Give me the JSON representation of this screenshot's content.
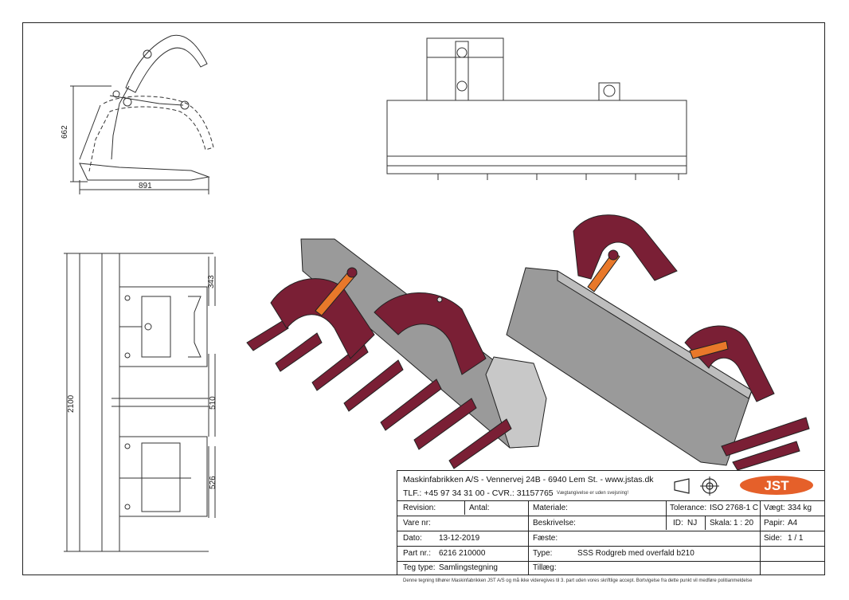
{
  "dimensions": {
    "height_side": "662",
    "width_side": "891",
    "total_width": "2100",
    "seg_top": "343",
    "seg_mid": "510",
    "seg_bot": "526"
  },
  "title_block": {
    "company_line": "Maskinfabrikken A/S - Vennervej 24B - 6940 Lem St. - www.jstas.dk",
    "phone_line": "TLF.: +45 97 34 31 00 - CVR.: 31157765",
    "disclaimer": "Vægtangivelse er uden svejsning!",
    "logo": "JST",
    "logo_color": "#e5602a",
    "revision_label": "Revision:",
    "antal_label": "Antal:",
    "materiale_label": "Materiale:",
    "tolerance_label": "Tolerance:",
    "tolerance_value": "ISO 2768-1 C",
    "vaegt_label": "Vægt:",
    "vaegt_value": "334 kg",
    "vare_label": "Vare nr:",
    "beskrivelse_label": "Beskrivelse:",
    "id_label": "ID:",
    "id_value": "NJ",
    "skala_label": "Skala:",
    "skala_value": "1 : 20",
    "papir_label": "Papir:",
    "papir_value": "A4",
    "dato_label": "Dato:",
    "dato_value": "13-12-2019",
    "faeste_label": "Fæste:",
    "side_label": "Side:",
    "side_value": "1 / 1",
    "part_label": "Part nr.:",
    "part_value": "6216 210000",
    "type_label": "Type:",
    "type_value": "SSS Rodgreb med overfald b210",
    "teg_label": "Teg type:",
    "teg_value": "Samlingstegning",
    "tillaeg_label": "Tillæg:"
  },
  "footer_note": "Denne tegning tilhører Maskinfabrikken JST A/S og må ikke videregives til 3. part uden vores skriftlige accept. Bortvigelse fra dette punkt vil medføre politianmeldelse",
  "colors": {
    "grab_red": "#7a1f35",
    "cylinder_orange": "#e8782a",
    "steel_grey": "#8c8c8c"
  }
}
